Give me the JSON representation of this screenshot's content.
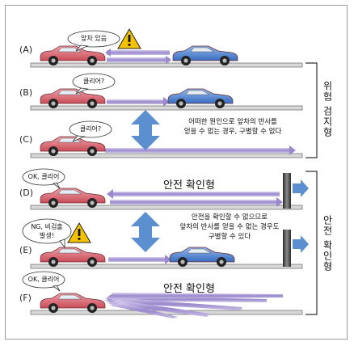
{
  "rows": [
    {
      "label": "(A)",
      "bubble": "앞차 있음",
      "warning": true
    },
    {
      "label": "(B)",
      "bubble": "클리어?",
      "warning": false
    },
    {
      "label": "(C)",
      "bubble": "클리어?",
      "warning": false
    },
    {
      "label": "(D)",
      "bubble": "OK, 클리어",
      "warning": false
    },
    {
      "label": "(E)",
      "bubble_line1": "NG, 비검출",
      "bubble_line2": "발생!",
      "warning": true
    },
    {
      "label": "(F)",
      "bubble": "OK, 클리어",
      "warning": false
    }
  ],
  "notes": {
    "c_line1": "어떠한 원인으로 앞차의 반사를",
    "c_line2": "얻을 수 없는 경우, 구별할 수 없다",
    "e_line1": "안전을 확인할 수 없으므로",
    "e_line2": "앞차의 반사를 얻을 수 없는 경우도",
    "e_line3": "구별할 수 있다",
    "d_title": "안전 확인형",
    "f_title": "안전 확인형"
  },
  "groups": {
    "danger": "위험 검지형",
    "safety": "안전 확인형"
  },
  "colors": {
    "red_car": "#e0707a",
    "blue_car": "#5b8fd6",
    "beam": "#a99ad6",
    "big_arrow": "#5b8fd0",
    "warning": "#f2c200"
  }
}
